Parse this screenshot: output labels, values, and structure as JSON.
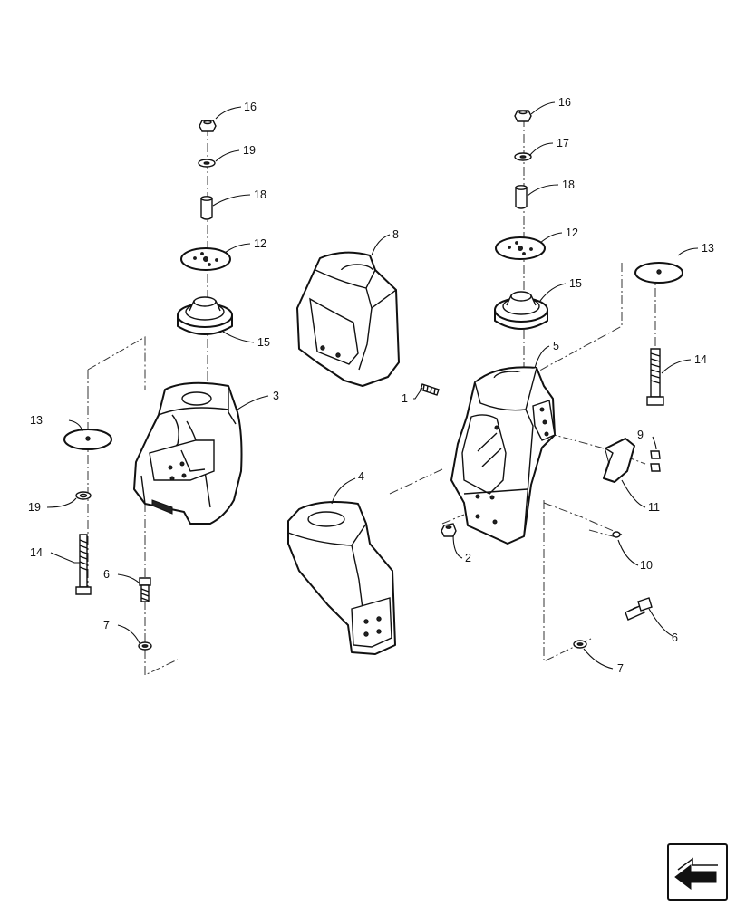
{
  "callouts": {
    "c1": "1",
    "c2": "2",
    "c3": "3",
    "c4": "4",
    "c5": "5",
    "c6a": "6",
    "c6b": "6",
    "c7a": "7",
    "c7b": "7",
    "c8": "8",
    "c9": "9",
    "c10": "10",
    "c11": "11",
    "c12a": "12",
    "c12b": "12",
    "c13a": "13",
    "c13b": "13",
    "c14a": "14",
    "c14b": "14",
    "c15a": "15",
    "c15b": "15",
    "c16a": "16",
    "c16b": "16",
    "c17": "17",
    "c18a": "18",
    "c18b": "18",
    "c19a": "19",
    "c19b": "19"
  },
  "icons": {
    "navigation": "navigation-arrow-icon"
  }
}
